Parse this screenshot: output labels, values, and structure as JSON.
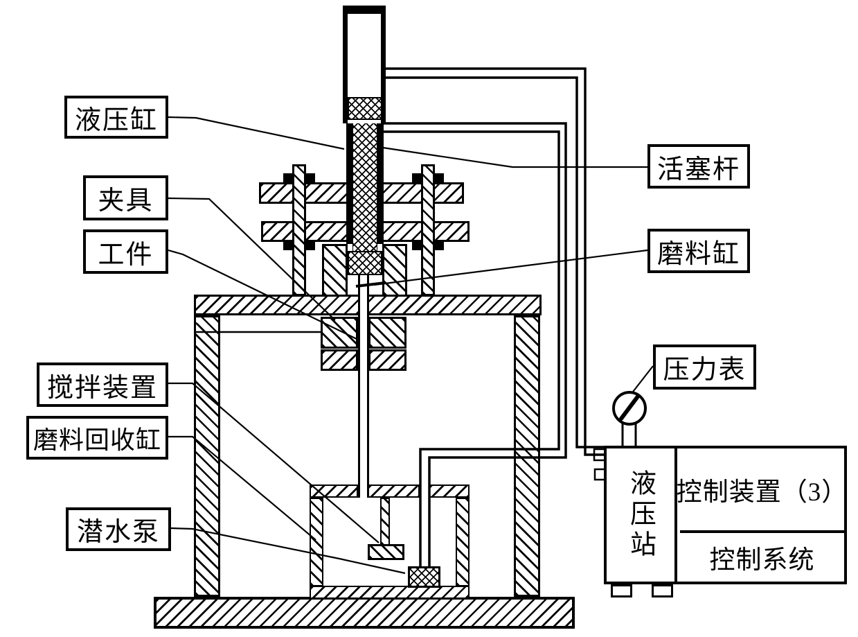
{
  "diagram": {
    "callouts": {
      "hydraulic_cylinder": "液压缸",
      "fixture": "夹具",
      "workpiece": "工件",
      "stirring_device": "搅拌装置",
      "abrasive_recovery_cylinder": "磨料回收缸",
      "submersible_pump": "潜水泵",
      "piston_rod": "活塞杆",
      "abrasive_cylinder": "磨料缸",
      "pressure_gauge": "压力表"
    },
    "hydraulic_station": {
      "label": "液压站",
      "control_device": "控制装置（3）",
      "control_system": "控制系统"
    },
    "colors": {
      "line": "#000000",
      "background": "#ffffff"
    }
  }
}
